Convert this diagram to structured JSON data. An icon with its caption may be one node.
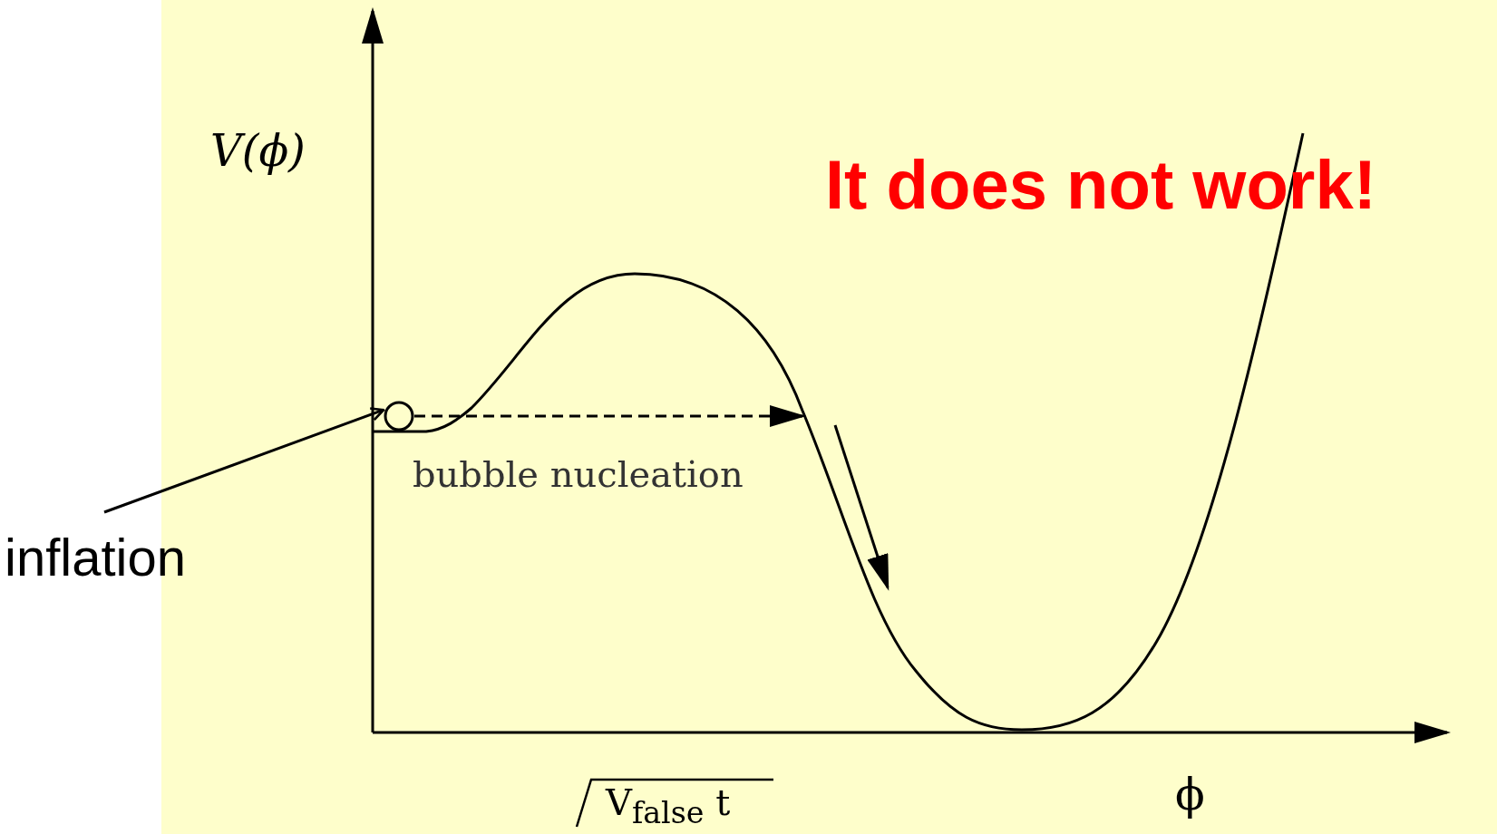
{
  "diagram": {
    "nodes": [
      {
        "text": [
          "inflation"
        ]
      },
      {
        "text": [],
        "shape": "circle"
      }
    ],
    "edges": [
      {
        "from": 0,
        "to": 1,
        "arrow": "to"
      },
      {
        "from": 1,
        "to": null,
        "arrow": "to",
        "label": "bubble nucleation",
        "style": "dashed"
      }
    ],
    "labels": [
      "V(ϕ)",
      "It does not work!",
      "ϕ",
      "V$_{false}$ t"
    ]
  }
}
